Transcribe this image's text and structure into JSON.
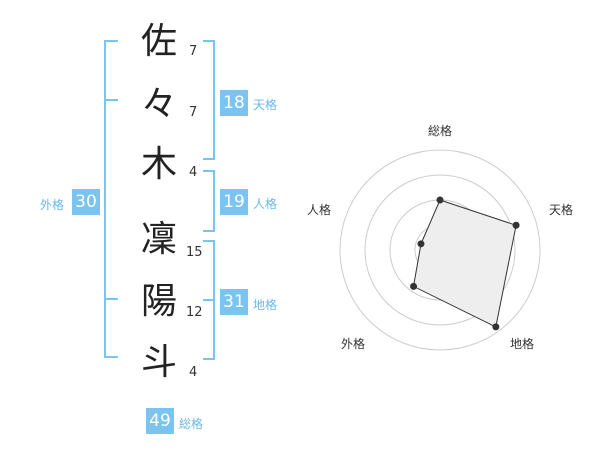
{
  "name": {
    "characters": [
      "佐",
      "々",
      "木",
      "凜",
      "陽",
      "斗"
    ],
    "strokes": [
      "7",
      "7",
      "4",
      "15",
      "12",
      "4"
    ]
  },
  "fortune": {
    "tenkaku": {
      "value": "18",
      "label": "天格"
    },
    "jinkaku": {
      "value": "19",
      "label": "人格"
    },
    "chikaku": {
      "value": "31",
      "label": "地格"
    },
    "gaikaku": {
      "value": "30",
      "label": "外格"
    },
    "soukaku": {
      "value": "49",
      "label": "総格"
    }
  },
  "radar": {
    "labels": {
      "top": "総格",
      "upper_right": "天格",
      "lower_right": "地格",
      "lower_left": "外格",
      "upper_left": "人格"
    },
    "levels": {
      "soukaku": 0.5,
      "tenkaku": 0.8,
      "chikaku": 0.95,
      "gaikaku": 0.45,
      "jinkaku": 0.2
    },
    "colors": {
      "fill": "#eeeeee",
      "stroke": "#333333",
      "grid": "#cccccc",
      "accent": "#7cc4f0"
    }
  }
}
